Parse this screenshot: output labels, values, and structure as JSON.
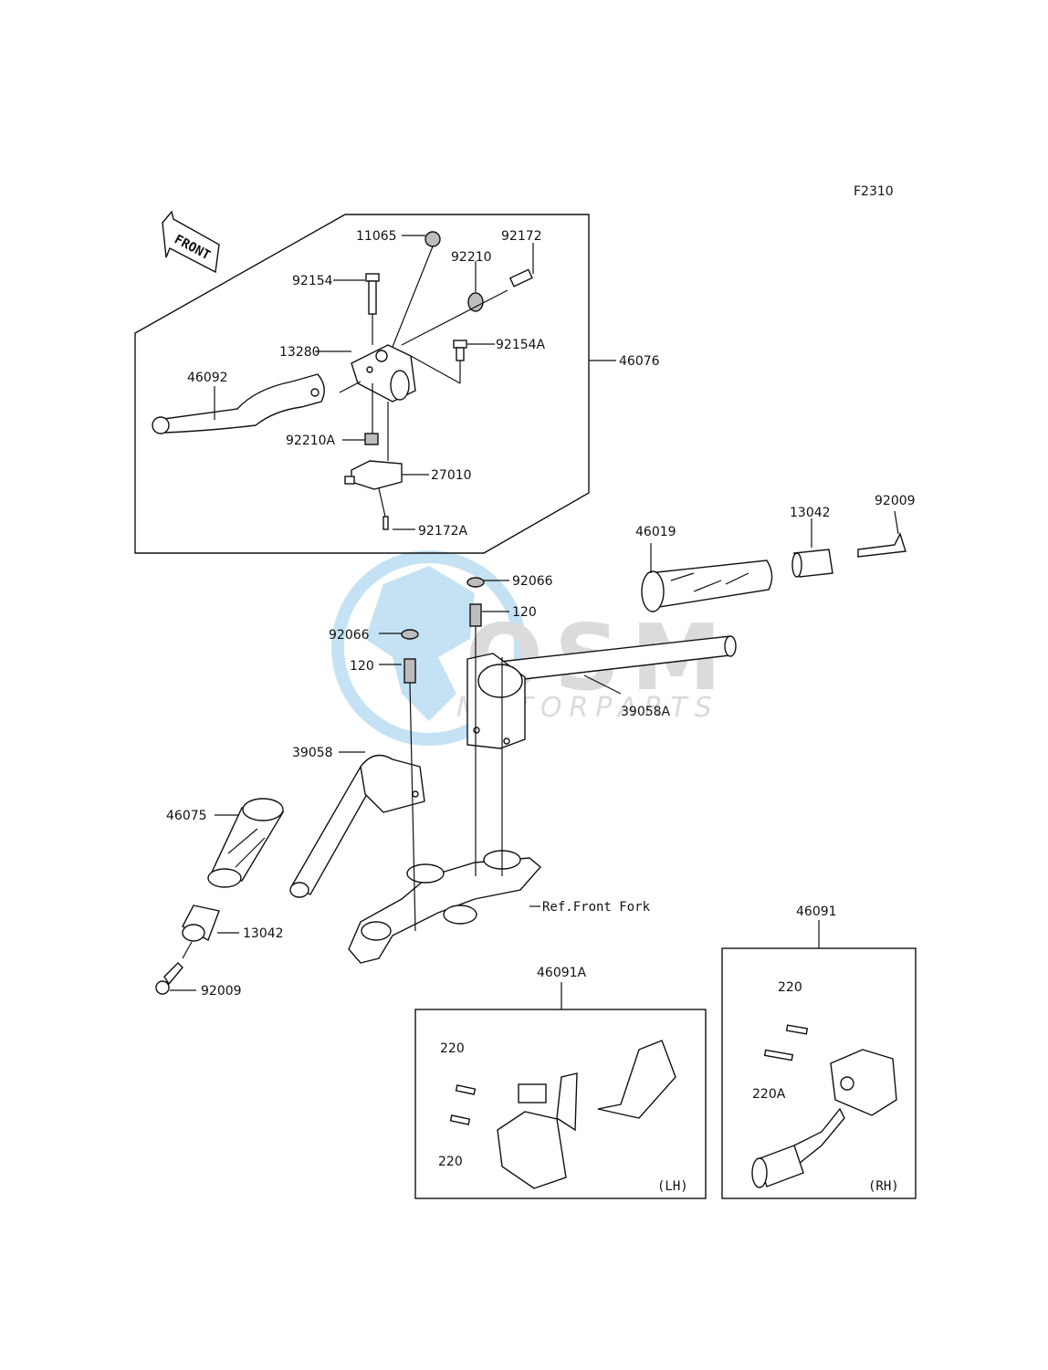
{
  "figure_code": "F2310",
  "front_arrow": "FRONT",
  "parts": {
    "p11065": "11065",
    "p92172": "92172",
    "p92210": "92210",
    "p92154": "92154",
    "p13280": "13280",
    "p92154A": "92154A",
    "p46092": "46092",
    "p46076": "46076",
    "p92210A": "92210A",
    "p27010": "27010",
    "p92172A": "92172A",
    "p46019": "46019",
    "p13042_r": "13042",
    "p92009_r": "92009",
    "p92066_a": "92066",
    "p120_a": "120",
    "p92066_b": "92066",
    "p120_b": "120",
    "p39058A": "39058A",
    "p39058": "39058",
    "p46075": "46075",
    "ref_front_fork": "Ref.Front Fork",
    "p13042_l": "13042",
    "p92009_l": "92009",
    "p46091A": "46091A",
    "p46091": "46091",
    "lh_220_top": "220",
    "lh_220_bottom": "220",
    "lh_side": "(LH)",
    "rh_220": "220",
    "rh_220A": "220A",
    "rh_side": "(RH)"
  },
  "watermark": {
    "brand": "OSM",
    "tagline": "MOTORPARTS",
    "color": "#5aaee0"
  }
}
